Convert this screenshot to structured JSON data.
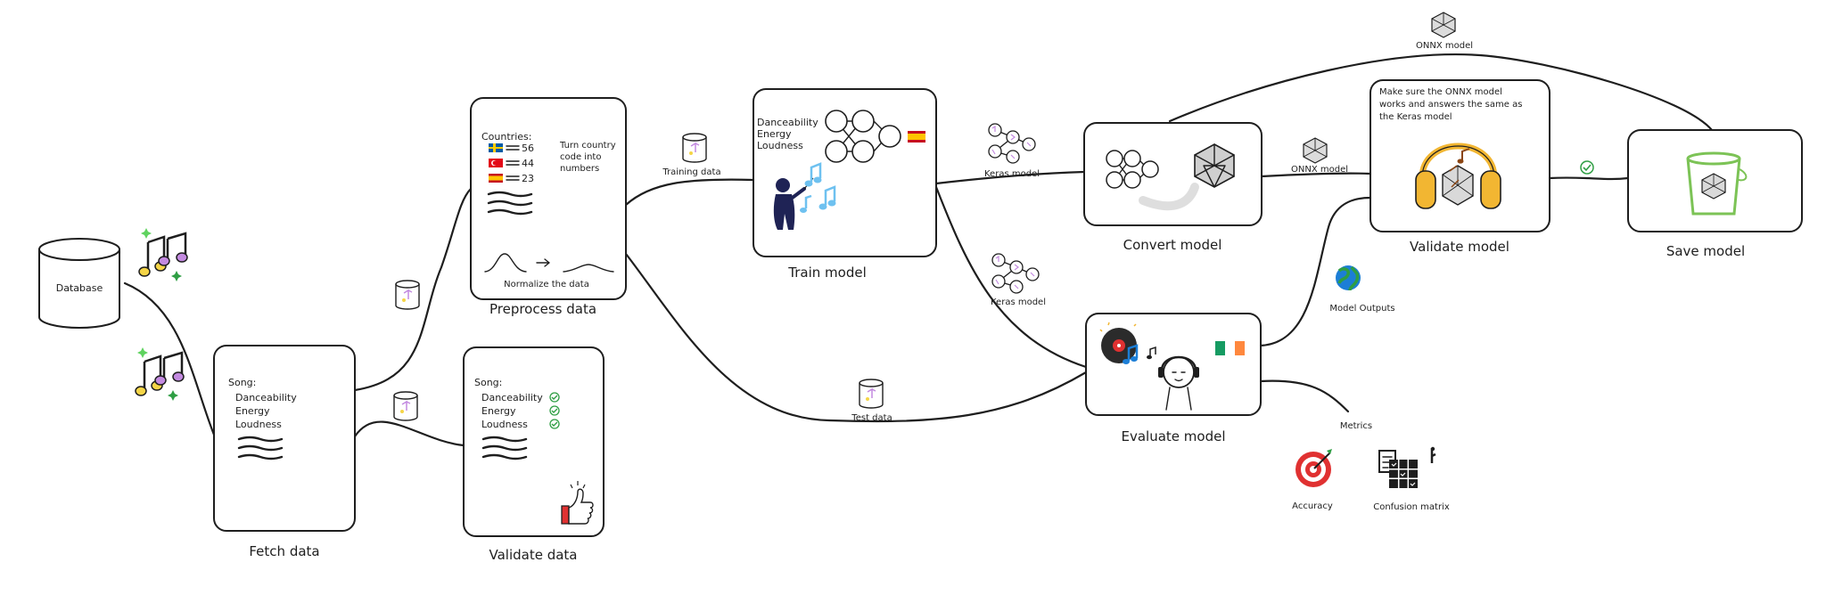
{
  "colors": {
    "stroke": "#1e1e1e",
    "check_green": "#2f9e44",
    "bucket_green": "#7cc356",
    "note_yellow": "#f5d547",
    "note_purple": "#c38ae0",
    "headphone_orange": "#f2b632",
    "target_red": "#e03131",
    "globe_blue": "#1c7ed6",
    "note_blue": "#6ec1f0",
    "ireland_green": "#169b62",
    "ireland_orange": "#ff883e",
    "spain_red": "#c60b1e",
    "spain_yellow": "#ffc400"
  },
  "nodes": {
    "database": {
      "label": "Database"
    },
    "fetch": {
      "caption": "Fetch data",
      "heading": "Song:",
      "features": [
        "Danceability",
        "Energy",
        "Loudness"
      ]
    },
    "validate_data": {
      "caption": "Validate data",
      "heading": "Song:",
      "features": [
        "Danceability",
        "Energy",
        "Loudness"
      ]
    },
    "preprocess": {
      "caption": "Preprocess data",
      "heading": "Countries:",
      "countries": [
        {
          "flag": "sweden-flag",
          "count": "56"
        },
        {
          "flag": "turkey-flag",
          "count": "44"
        },
        {
          "flag": "spain-flag",
          "count": "23"
        }
      ],
      "note_lines": [
        "Turn country",
        "code into",
        "numbers"
      ],
      "normalize": "Normalize the data"
    },
    "train": {
      "caption": "Train model",
      "features": [
        "Danceability",
        "Energy",
        "Loudness"
      ]
    },
    "convert": {
      "caption": "Convert model"
    },
    "evaluate": {
      "caption": "Evaluate model"
    },
    "validate_model": {
      "caption": "Validate model",
      "note_lines": [
        "Make sure the ONNX model",
        "works and answers the same as",
        "the Keras model"
      ]
    },
    "save": {
      "caption": "Save model"
    }
  },
  "edge_labels": {
    "training_data": "Training data",
    "test_data": "Test data",
    "keras_top": "Keras model",
    "keras_bottom": "Keras model",
    "onnx_mid": "ONNX model",
    "onnx_top": "ONNX model",
    "model_outputs": "Model Outputs",
    "metrics": "Metrics"
  },
  "metrics": {
    "accuracy": "Accuracy",
    "confusion": "Confusion matrix"
  }
}
